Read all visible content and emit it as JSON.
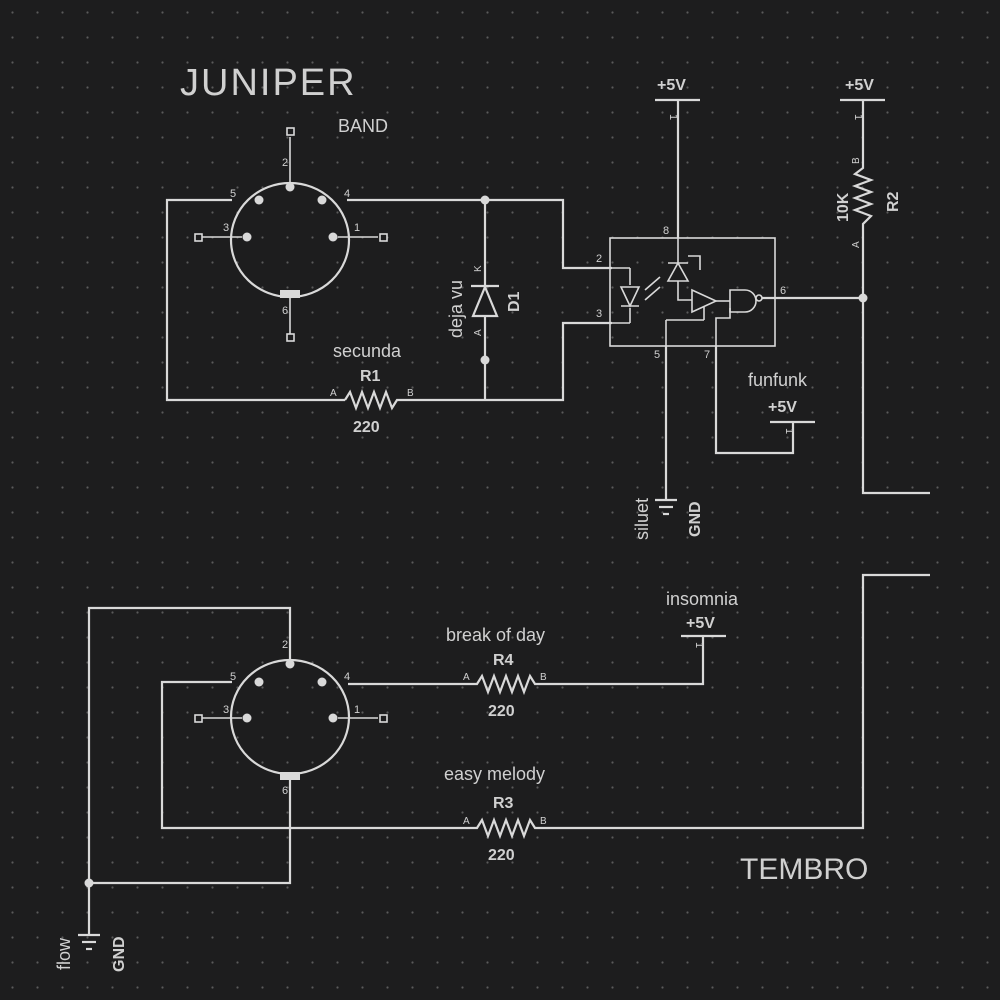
{
  "title": "JUNIPER",
  "subtitle": "BAND",
  "bottom_title": "TEMBRO",
  "power_labels": {
    "p1": "+5V",
    "p2": "+5V",
    "p3": "+5V",
    "p4": "+5V"
  },
  "net_names": {
    "funfunk": "funfunk",
    "insomnia": "insomnia",
    "siluet": "siluet",
    "flow": "flow"
  },
  "ground_labels": {
    "g1": "GND",
    "g2": "GND"
  },
  "components": {
    "r1": {
      "name": "secunda",
      "ref": "R1",
      "value": "220",
      "pin_a": "A",
      "pin_b": "B"
    },
    "r2": {
      "ref": "R2",
      "value": "10K",
      "pin_a": "A",
      "pin_b": "B"
    },
    "r3": {
      "name": "easy melody",
      "ref": "R3",
      "value": "220",
      "pin_a": "A",
      "pin_b": "B"
    },
    "r4": {
      "name": "break of day",
      "ref": "R4",
      "value": "220",
      "pin_a": "A",
      "pin_b": "B"
    },
    "d1": {
      "name": "deja vu",
      "ref": "D1",
      "pin_a": "A",
      "pin_k": "K"
    }
  },
  "opto_pins": {
    "p2": "2",
    "p3": "3",
    "p5": "5",
    "p6": "6",
    "p7": "7",
    "p8": "8"
  },
  "din_top_pins": {
    "p1": "1",
    "p2": "2",
    "p3": "3",
    "p4": "4",
    "p5": "5",
    "p6": "6"
  },
  "din_bottom_pins": {
    "p1": "1",
    "p2": "2",
    "p3": "3",
    "p4": "4",
    "p5": "5",
    "p6": "6"
  },
  "supply_pin": "1"
}
